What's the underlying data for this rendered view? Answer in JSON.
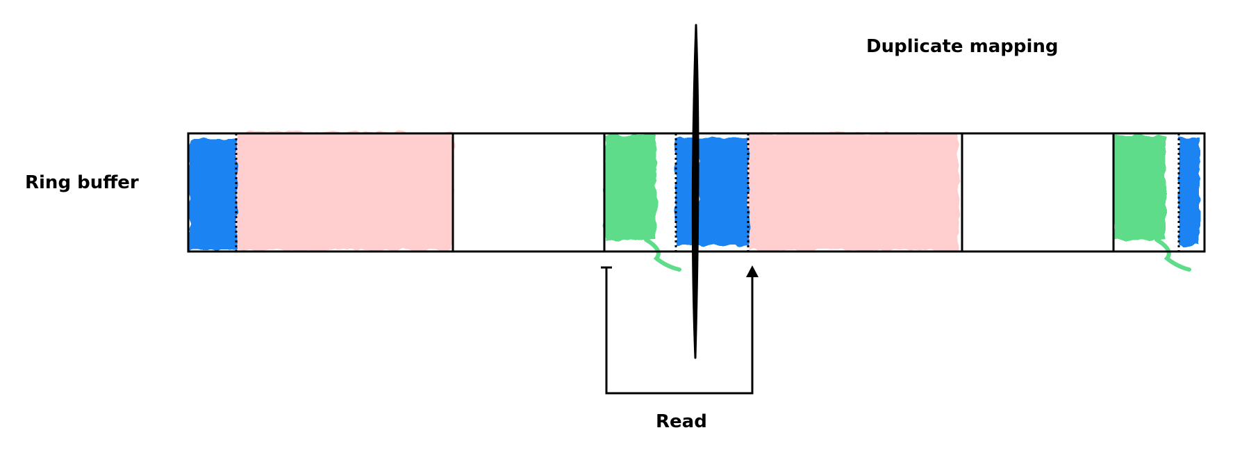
{
  "labels": {
    "ring_buffer": "Ring buffer",
    "duplicate_mapping": "Duplicate mapping",
    "read": "Read"
  },
  "colors": {
    "blue": "#1a84f2",
    "pink": "#ffcfcf",
    "green": "#5fdc8a",
    "stroke": "#000000",
    "background": "#ffffff"
  }
}
